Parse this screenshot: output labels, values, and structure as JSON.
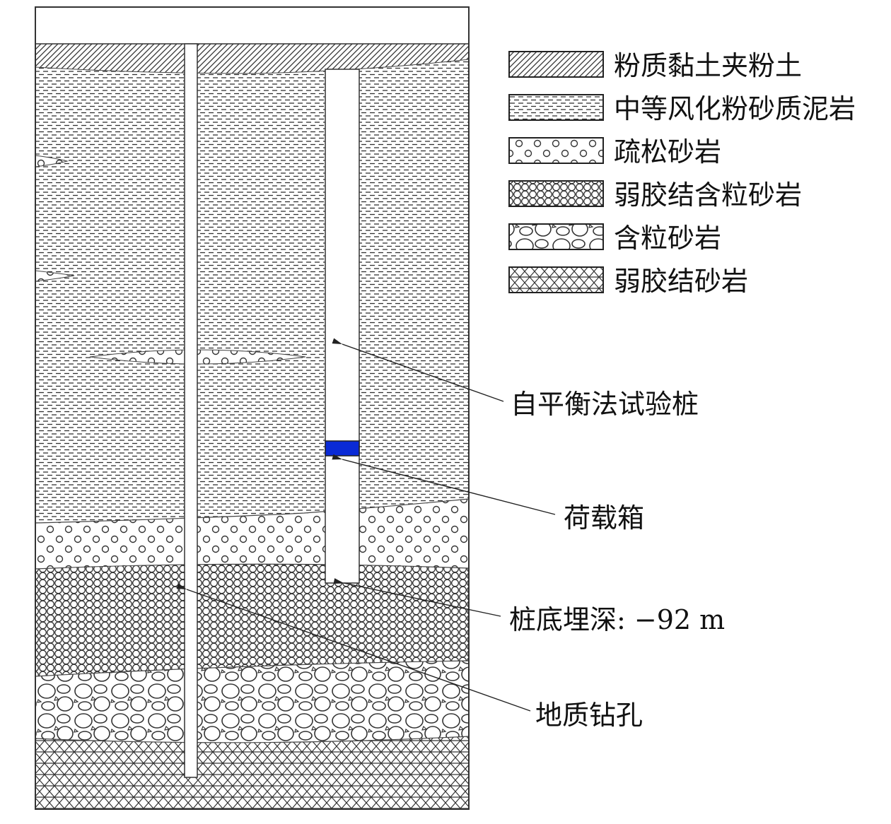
{
  "legend": [
    {
      "label": "粉质黏土夹粉土",
      "pattern": "diagonal-hatch"
    },
    {
      "label": "中等风化粉砂质泥岩",
      "pattern": "dashes"
    },
    {
      "label": "疏松砂岩",
      "pattern": "open-circles"
    },
    {
      "label": "弱胶结含粒砂岩",
      "pattern": "packed-circles"
    },
    {
      "label": "含粒砂岩",
      "pattern": "pebbles"
    },
    {
      "label": "弱胶结砂岩",
      "pattern": "cross-hatch"
    }
  ],
  "annotations": {
    "test_pile": "自平衡法试验桩",
    "load_box": "荷载箱",
    "pile_depth": "桩底埋深: −92 m",
    "borehole": "地质钻孔"
  },
  "colors": {
    "load_box": "#0a2ad6",
    "line": "#222222"
  }
}
